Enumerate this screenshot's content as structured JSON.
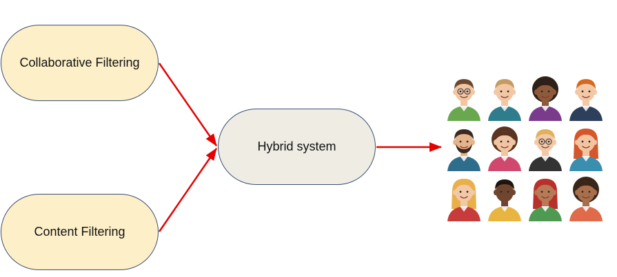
{
  "nodes": {
    "collaborative": "Collaborative Filtering",
    "content": "Content Filtering",
    "hybrid": "Hybrid system"
  },
  "colors": {
    "input_fill": "#fdf0c8",
    "hybrid_fill": "#eeece3",
    "border": "#3a4f73",
    "arrow": "#e60000"
  },
  "users": {
    "icon": "user-avatar-icon",
    "avatars": [
      {
        "skin": "#f2c6a3",
        "hair": "#6b4a2f",
        "shirt": "#6aa84f",
        "glasses": true,
        "hair_style": "short"
      },
      {
        "skin": "#f1c7a5",
        "hair": "#c59b62",
        "shirt": "#2f7d8c",
        "glasses": false,
        "hair_style": "short"
      },
      {
        "skin": "#8d5a3b",
        "hair": "#2e2018",
        "shirt": "#7b3b8c",
        "glasses": false,
        "hair_style": "curly"
      },
      {
        "skin": "#f3c8a6",
        "hair": "#d4691f",
        "shirt": "#2e3f5c",
        "glasses": false,
        "hair_style": "short"
      },
      {
        "skin": "#e6b48c",
        "hair": "#3a2a1f",
        "shirt": "#2f6d8c",
        "glasses": false,
        "hair_style": "beard"
      },
      {
        "skin": "#f1c4a3",
        "hair": "#5a3420",
        "shirt": "#d0486e",
        "glasses": false,
        "hair_style": "curly"
      },
      {
        "skin": "#f3c8a6",
        "hair": "#e0b15a",
        "shirt": "#333333",
        "glasses": true,
        "hair_style": "short"
      },
      {
        "skin": "#f2c4a2",
        "hair": "#d5562b",
        "shirt": "#3a8fb0",
        "glasses": false,
        "hair_style": "long"
      },
      {
        "skin": "#f3c8a6",
        "hair": "#e9b04a",
        "shirt": "#c83b3b",
        "glasses": false,
        "hair_style": "long"
      },
      {
        "skin": "#6e4630",
        "hair": "#1e1410",
        "shirt": "#e8b640",
        "glasses": false,
        "hair_style": "short"
      },
      {
        "skin": "#b87a56",
        "hair": "#b9302a",
        "shirt": "#4e9a52",
        "glasses": false,
        "hair_style": "long"
      },
      {
        "skin": "#a86f4c",
        "hair": "#3a2618",
        "shirt": "#e06a4a",
        "glasses": false,
        "hair_style": "curly"
      }
    ]
  }
}
